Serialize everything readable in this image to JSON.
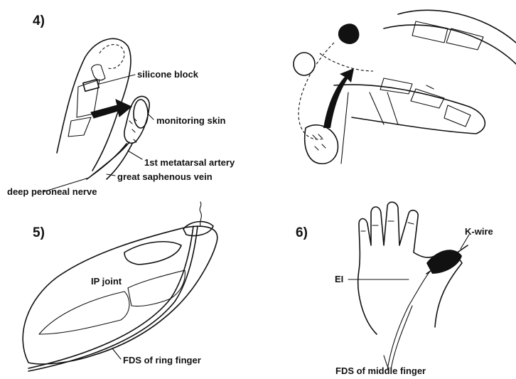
{
  "panels": {
    "p4": {
      "number": "4)",
      "labels": {
        "silicone_block": "silicone block",
        "monitoring_skin": "monitoring skin",
        "metatarsal_artery": "1st metatarsal artery",
        "saphenous_vein": "great saphenous vein",
        "peroneal_nerve": "deep peroneal nerve"
      }
    },
    "p5": {
      "number": "5)",
      "labels": {
        "ip_joint": "IP joint",
        "fds_ring": "FDS of ring finger"
      }
    },
    "p6": {
      "number": "6)",
      "labels": {
        "k_wire": "K-wire",
        "ei": "EI",
        "fds_middle": "FDS of middle finger"
      }
    }
  },
  "colors": {
    "ink": "#111111",
    "background": "#ffffff"
  }
}
